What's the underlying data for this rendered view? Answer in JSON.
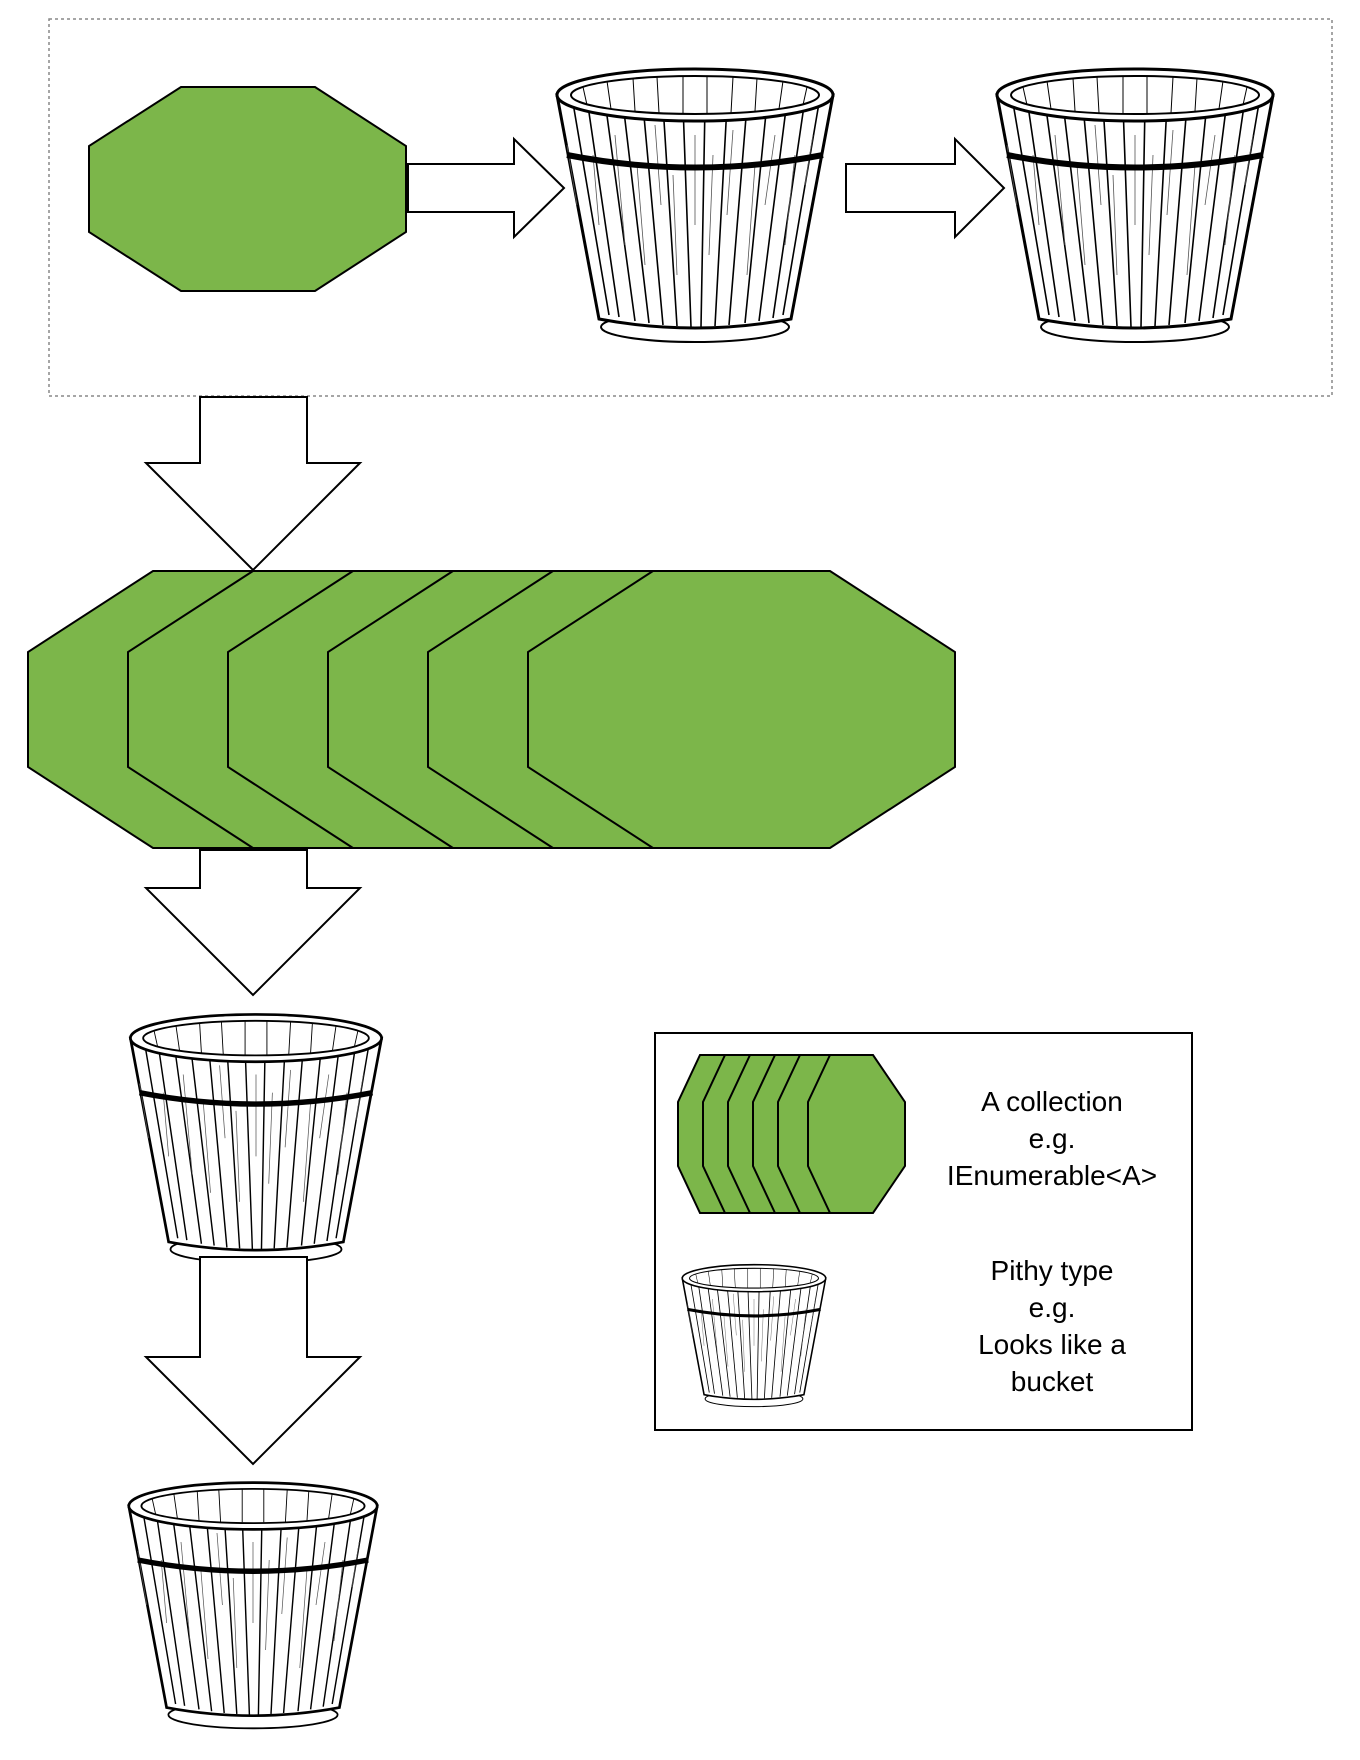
{
  "colors": {
    "collection_fill": "#7cb64a",
    "outline": "#000000",
    "background": "#ffffff",
    "group_border": "#888888"
  },
  "icons": {
    "element": "octagon-icon",
    "collection": "stacked-octagons-icon",
    "pithy_type": "bucket-icon",
    "flow": "block-arrow-icon"
  },
  "legend": {
    "collection": {
      "line1": "A collection",
      "line2": "e.g.",
      "line3": "IEnumerable<A>"
    },
    "pithy": {
      "line1": "Pithy type",
      "line2": "e.g.",
      "line3": "Looks like a",
      "line4": "bucket"
    }
  }
}
